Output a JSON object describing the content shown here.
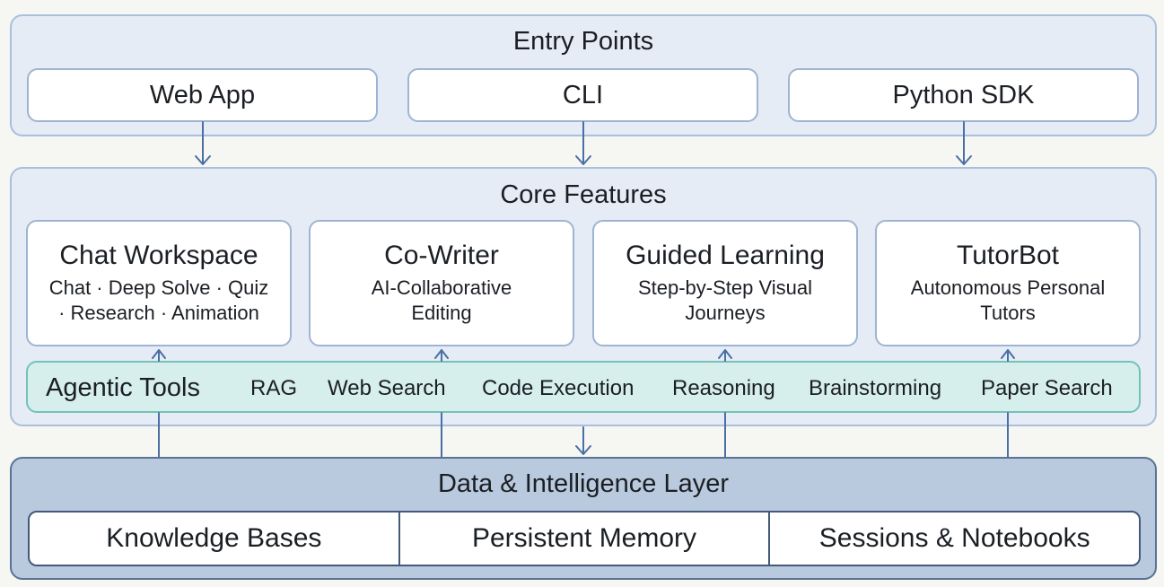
{
  "entry_points": {
    "title": "Entry Points",
    "items": [
      "Web App",
      "CLI",
      "Python SDK"
    ]
  },
  "core_features": {
    "title": "Core Features",
    "features": [
      {
        "title": "Chat Workspace",
        "desc_line1": "Chat · Deep Solve · Quiz",
        "desc_line2": "· Research · Animation"
      },
      {
        "title": "Co-Writer",
        "desc_line1": "AI-Collaborative",
        "desc_line2": "Editing"
      },
      {
        "title": "Guided Learning",
        "desc_line1": "Step-by-Step Visual",
        "desc_line2": "Journeys"
      },
      {
        "title": "TutorBot",
        "desc_line1": "Autonomous Personal",
        "desc_line2": "Tutors"
      }
    ]
  },
  "agentic_tools": {
    "label": "Agentic Tools",
    "items": [
      "RAG",
      "Web Search",
      "Code Execution",
      "Reasoning",
      "Brainstorming",
      "Paper Search"
    ]
  },
  "data_layer": {
    "title": "Data & Intelligence Layer",
    "items": [
      "Knowledge Bases",
      "Persistent Memory",
      "Sessions & Notebooks"
    ]
  },
  "colors": {
    "panel_fill": "#e5ecf6",
    "panel_border": "#a9bfdc",
    "tools_fill": "#d6eeec",
    "tools_border": "#74c2b5",
    "data_fill": "#b9c9de",
    "data_border": "#5a7294",
    "arrow": "#4a6fa5"
  }
}
